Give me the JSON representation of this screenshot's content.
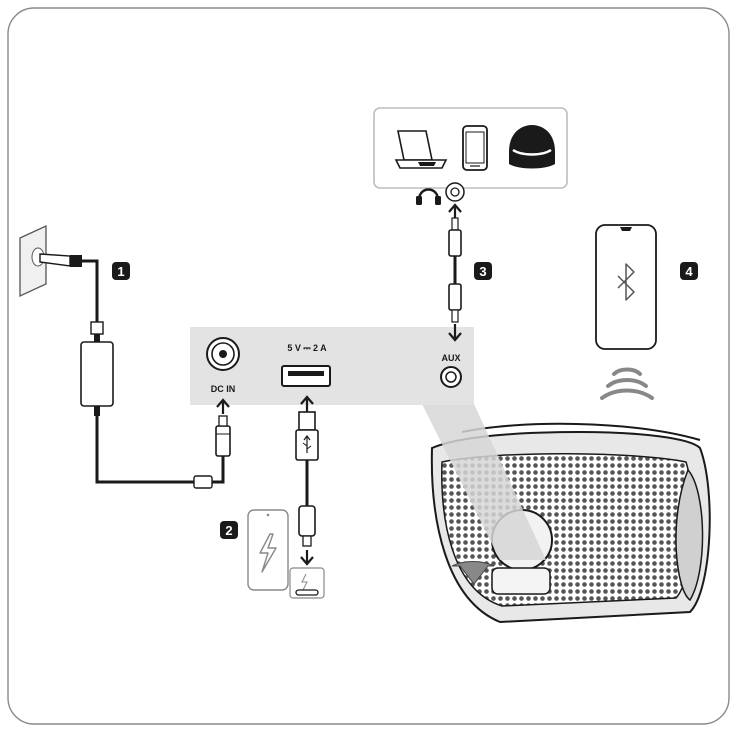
{
  "steps": {
    "step1": "1",
    "step2": "2",
    "step3": "3",
    "step4": "4"
  },
  "panel": {
    "dc_in_label": "DC IN",
    "usb_rating_label": "5 V ⎓ 2 A",
    "aux_label": "AUX"
  },
  "icons": {
    "power_outlet": "power-outlet-icon",
    "power_adapter": "power-adapter-icon",
    "usb_symbol": "usb-icon",
    "bluetooth": "bluetooth-icon",
    "charging": "lightning-icon",
    "headphones": "headphones-icon",
    "laptop": "laptop-icon",
    "smartphone": "smartphone-icon",
    "smart_speaker": "smart-speaker-icon"
  },
  "colors": {
    "frame_border": "#8a8a8a",
    "panel_fill": "#e3e3e3",
    "cable": "#1a1a1a",
    "badge": "#1a1a1a"
  }
}
